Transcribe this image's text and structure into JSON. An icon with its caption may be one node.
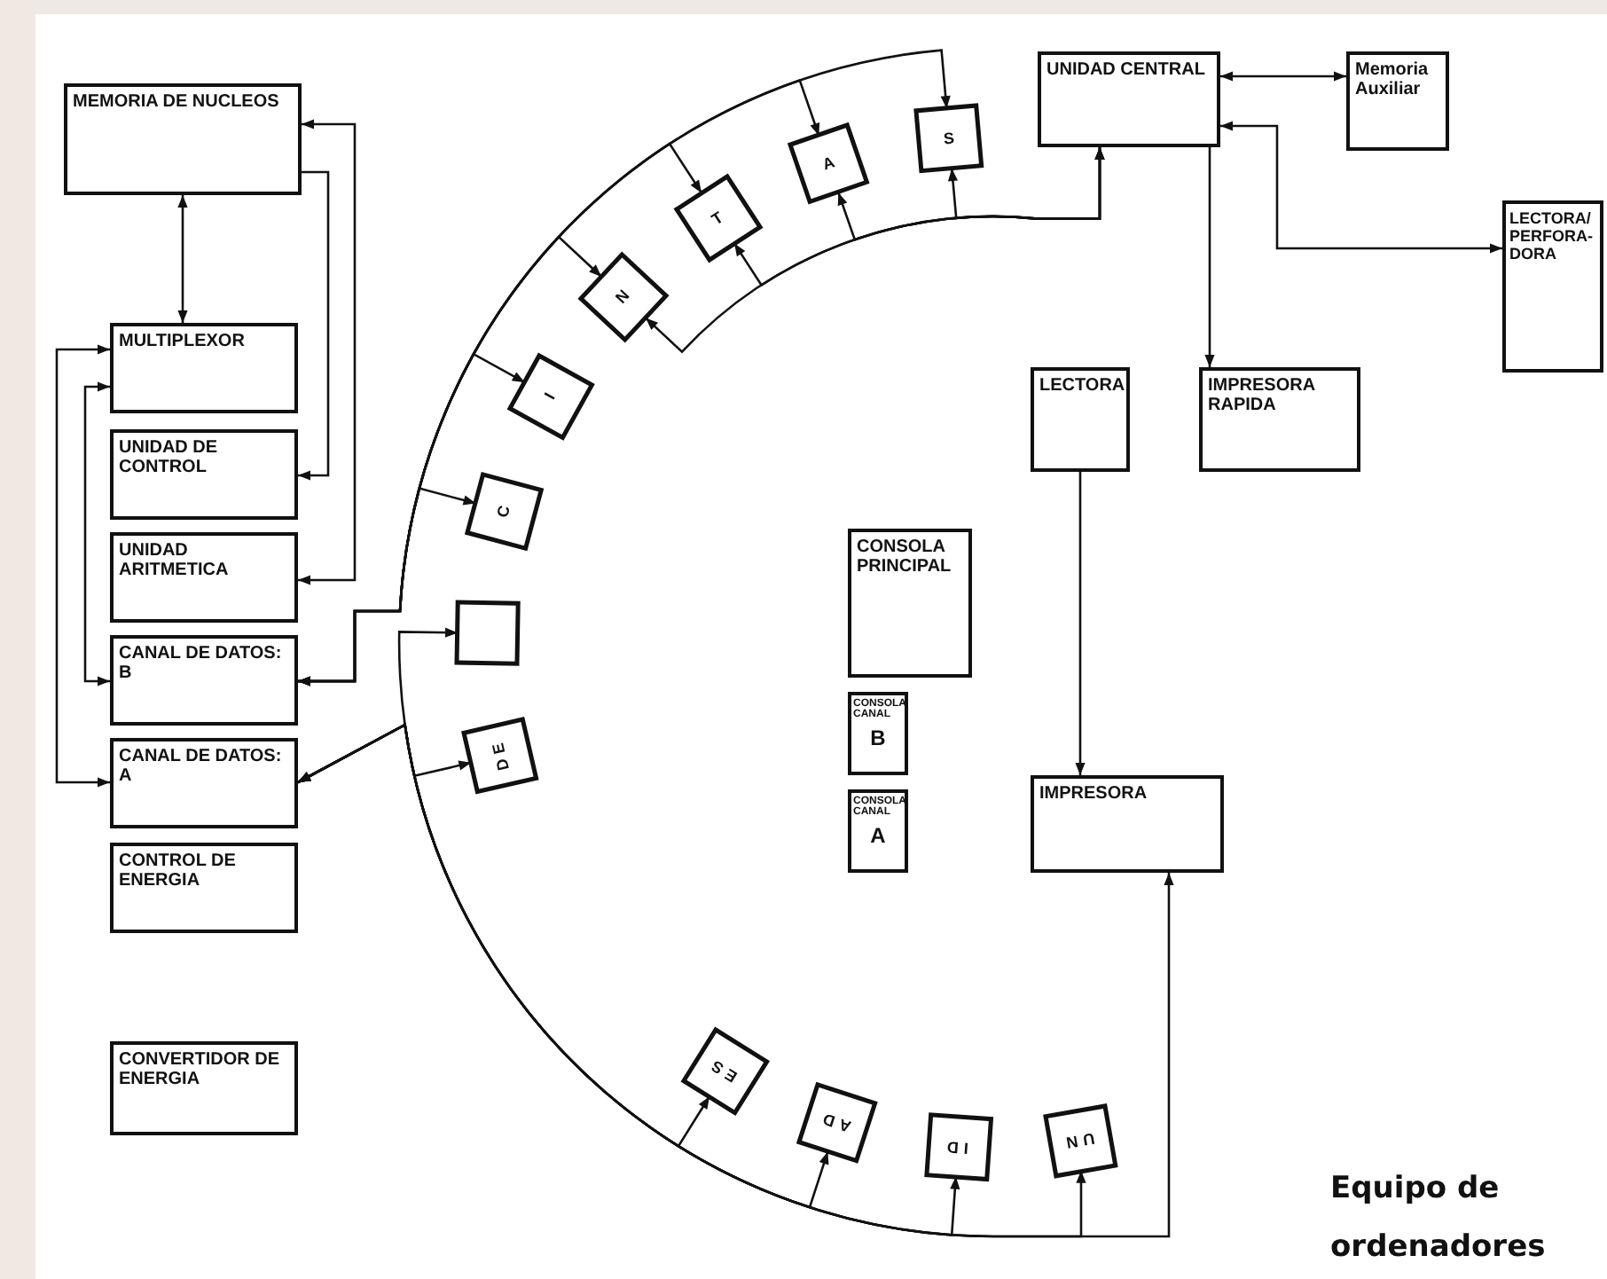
{
  "diagram": {
    "caption": "Equipo de ordenadores",
    "nodes": [
      {
        "text": [
          "MEMORIA DE NUCLEOS"
        ]
      },
      {
        "text": [
          "MULTIPLEXOR"
        ]
      },
      {
        "text": [
          "UNIDAD DE CONTROL"
        ]
      },
      {
        "text": [
          "UNIDAD ARITMETICA"
        ]
      },
      {
        "text": [
          "CANAL DE DATOS: B"
        ]
      },
      {
        "text": [
          "CANAL DE DATOS: A"
        ]
      },
      {
        "text": [
          "CONTROL DE ENERGIA"
        ]
      },
      {
        "text": [
          "CONVERTIDOR DE ENERGIA"
        ]
      },
      {
        "text": [
          "S"
        ]
      },
      {
        "text": [
          "A"
        ]
      },
      {
        "text": [
          "T"
        ]
      },
      {
        "text": [
          "N"
        ]
      },
      {
        "text": [
          "I"
        ]
      },
      {
        "text": [
          "C"
        ]
      },
      {
        "text": [],
        "shape": "box"
      },
      {
        "text": [
          "DE"
        ]
      },
      {
        "text": [
          "UNIDAD CENTRAL"
        ]
      },
      {
        "text": [
          "Memoria Auxiliar"
        ]
      },
      {
        "text": [
          "LECTORA/ PERFORA- DORA"
        ]
      },
      {
        "text": [
          "LECTORA"
        ]
      },
      {
        "text": [
          "IMPRESORA RAPIDA"
        ]
      },
      {
        "text": [
          "CONSOLA PRINCIPAL"
        ]
      },
      {
        "text": [
          "CONSOLA CANAL",
          "B"
        ]
      },
      {
        "text": [
          "CONSOLA CANAL",
          "A"
        ]
      },
      {
        "text": [
          "IMPRESORA"
        ]
      },
      {
        "text": [
          "ES"
        ]
      },
      {
        "text": [
          "AD"
        ]
      },
      {
        "text": [
          "ID"
        ]
      },
      {
        "text": [
          "UN"
        ]
      }
    ],
    "edges": [
      {
        "from": 0,
        "to": 1,
        "arrow": "both"
      },
      {
        "from": 0,
        "to": 3,
        "arrow": "both"
      },
      {
        "from": 0,
        "to": 2,
        "arrow": "to"
      },
      {
        "from": 1,
        "to": 5,
        "arrow": "both"
      },
      {
        "from": 1,
        "to": 4,
        "arrow": "both"
      },
      {
        "from": 4,
        "to": 13,
        "arrow": "both"
      },
      {
        "from": 4,
        "to": 12,
        "arrow": "both"
      },
      {
        "from": 4,
        "to": 11,
        "arrow": "both"
      },
      {
        "from": 4,
        "to": 10,
        "arrow": "both"
      },
      {
        "from": 4,
        "to": 9,
        "arrow": "both"
      },
      {
        "from": 4,
        "to": 8,
        "arrow": "both"
      },
      {
        "from": 5,
        "to": 14,
        "arrow": "both"
      },
      {
        "from": 5,
        "to": 15,
        "arrow": "both"
      },
      {
        "from": 5,
        "to": 25,
        "arrow": "both"
      },
      {
        "from": 5,
        "to": 26,
        "arrow": "both"
      },
      {
        "from": 5,
        "to": 27,
        "arrow": "both"
      },
      {
        "from": 5,
        "to": 28,
        "arrow": "both"
      },
      {
        "from": 5,
        "to": 24,
        "arrow": "both"
      },
      {
        "from": 16,
        "to": 11,
        "arrow": "both"
      },
      {
        "from": 16,
        "to": 10,
        "arrow": "both"
      },
      {
        "from": 16,
        "to": 9,
        "arrow": "both"
      },
      {
        "from": 16,
        "to": 8,
        "arrow": "both"
      },
      {
        "from": 16,
        "to": 17,
        "arrow": "both"
      },
      {
        "from": 16,
        "to": 18,
        "arrow": "both"
      },
      {
        "from": 16,
        "to": 20,
        "arrow": "to"
      },
      {
        "from": 19,
        "to": 24,
        "arrow": "to"
      }
    ]
  }
}
